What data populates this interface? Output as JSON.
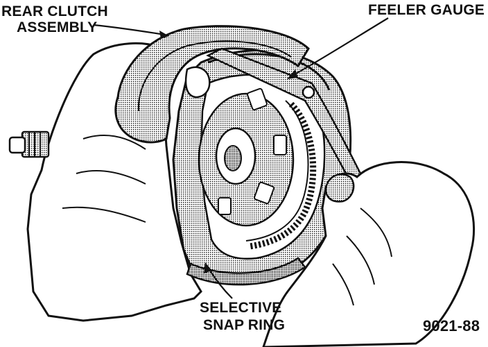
{
  "labels": {
    "rear_clutch_line1": "REAR CLUTCH",
    "rear_clutch_line2": "ASSEMBLY",
    "feeler_gauge": "FEELER GAUGE",
    "selective_line1": "SELECTIVE",
    "selective_line2": "SNAP RING",
    "figure_number": "9021-88"
  },
  "colors": {
    "ink": "#111111",
    "paper": "#ffffff",
    "shade": "#8c8c8c"
  }
}
